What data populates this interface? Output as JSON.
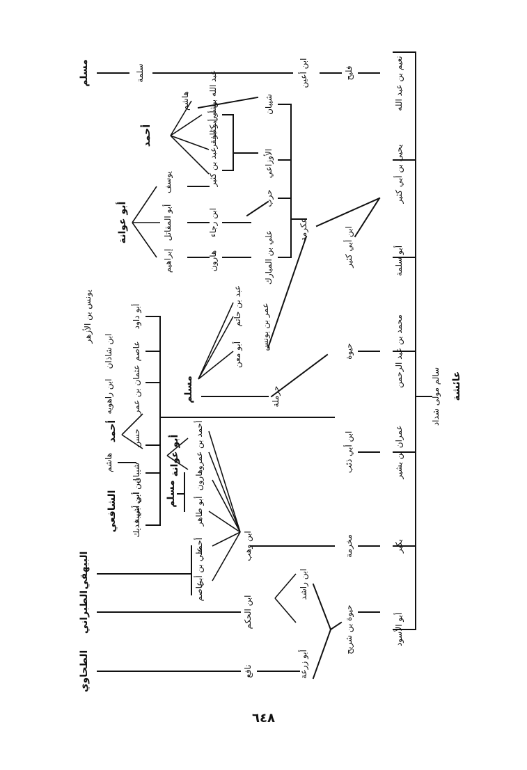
{
  "diagram": {
    "root": "عائشة",
    "root_sub": "سالم مولى شداد",
    "col1": [
      "نعيم بن عبد الله",
      "يحيى بن أبي كثير",
      "أبو سلمة",
      "محمد بن عبد الرحمن",
      "عمران بن بشير",
      "بكير",
      "أبو الأسود"
    ],
    "col2": [
      "فليح",
      "ابن أبي كثير",
      "حيوة",
      "ابن أبي ذئب",
      "مخرمة",
      "حيوة بن شريح"
    ],
    "col3": [
      "ابن أعين",
      "عكرمة",
      "ابن وهب",
      "حرملة",
      "ابن الحكم",
      "نافع",
      "ابن راشد",
      "أبو زرعة"
    ],
    "col4": [
      "شيبان",
      "الأوزاعي",
      "حرب",
      "ابن رجاء",
      "علي بن المبارك",
      "عمر بن يونس",
      "عبد بن حاتم",
      "أبو معن"
    ],
    "col5": [
      "عبد الله بن أبي كثير",
      "بشر أبو الفقر",
      "عبد بن كثير",
      "يوسف",
      "أبو المقاتل",
      "إبراهيم",
      "هارون"
    ],
    "col6": [
      "سلمة",
      "هاشم",
      "مسلم",
      "أحمد",
      "أبو عوانة",
      "مسلم"
    ],
    "lower_chains": [
      "أبو داود",
      "عاصم",
      "ابن شاذان",
      "عثمان بن عمر",
      "ابن راهويه",
      "حسن",
      "ابن أبي شيبة",
      "شيبان",
      "هارون",
      "أبو طاهر",
      "أحمد",
      "عاصم",
      "علي بن أبي",
      "أحمد بن عمرو",
      "يونس بن الأزهر",
      "ابن أبي فديك"
    ],
    "final": [
      "مسلم",
      "الشافعي",
      "أبو عوانة",
      "أحمد",
      "البيهقي",
      "الطبراني",
      "الطحاوي",
      "هاشم"
    ]
  },
  "page_number": "٦٤٨"
}
